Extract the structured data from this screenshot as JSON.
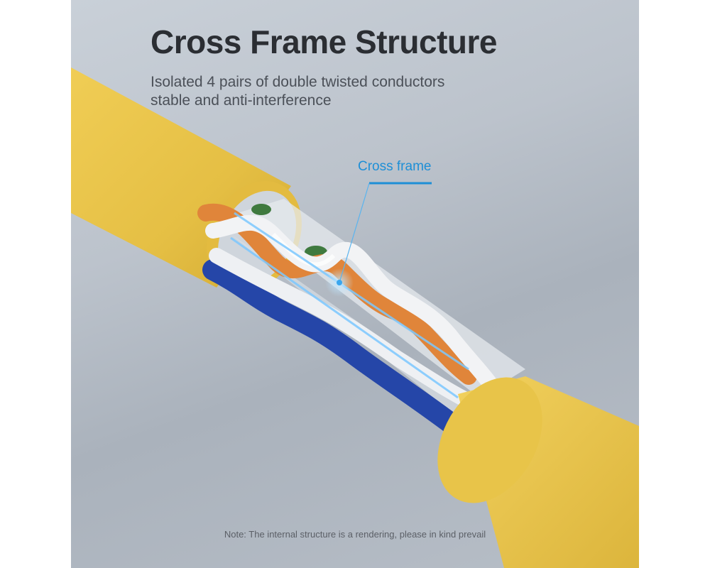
{
  "heading": {
    "title": "Cross Frame Structure",
    "subtitle_line1": "Isolated 4 pairs of double twisted conductors",
    "subtitle_line2": "stable and anti-interference"
  },
  "callout": {
    "label": "Cross frame"
  },
  "note": "Note: The internal structure is a rendering, please in kind prevail",
  "colors": {
    "background": "#c2c9d1",
    "cable_jacket": "#e8c449",
    "accent_blue": "#1e8fd6",
    "wire_orange": "#e0853a",
    "wire_blue": "#2546a8",
    "wire_green": "#3f7a3f",
    "wire_white": "#f2f3f5",
    "title_text": "#2b2e33"
  }
}
